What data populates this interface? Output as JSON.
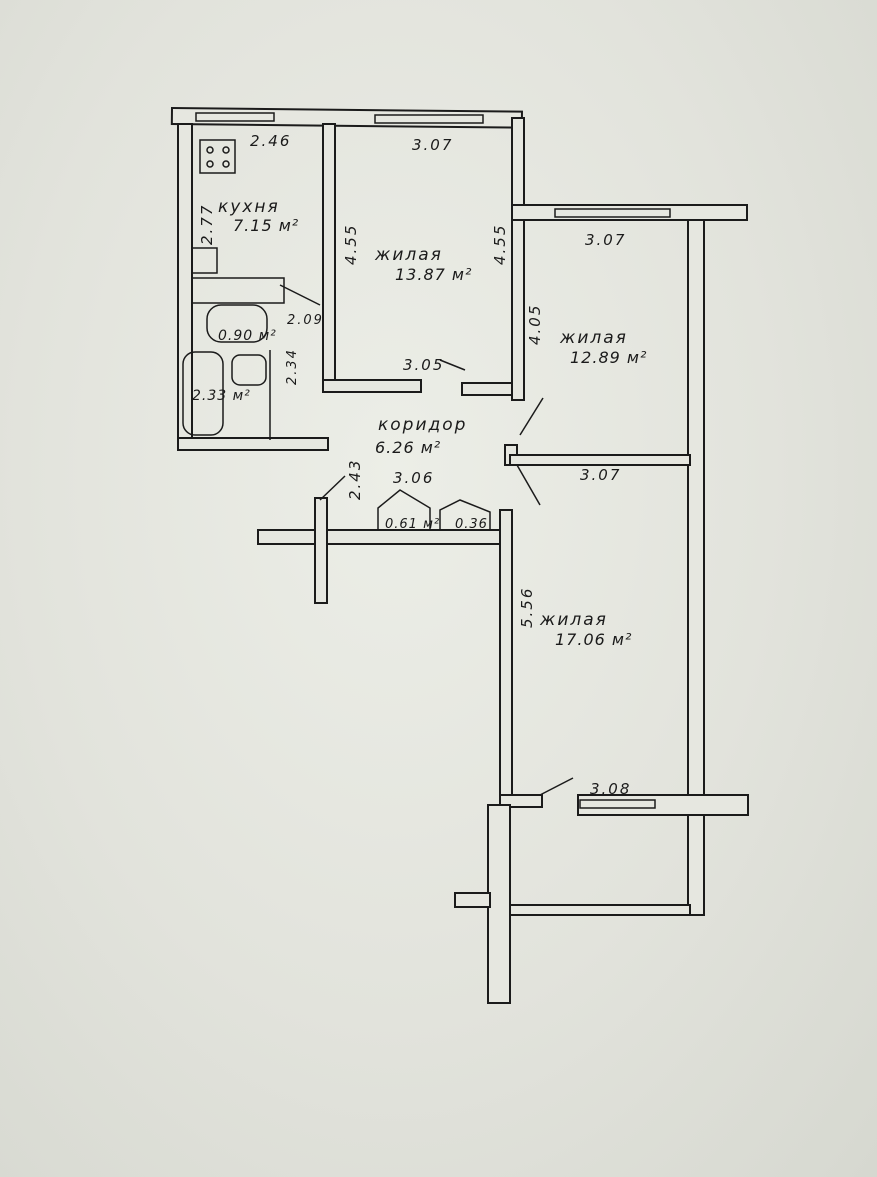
{
  "plan": {
    "kitchen": {
      "label": "кухня",
      "area": "7.15 м²",
      "width": "2.46",
      "depth": "2.77"
    },
    "room1": {
      "label": "жилая",
      "area": "13.87 м²",
      "top": "3.07",
      "left": "4.55",
      "right": "4.55",
      "bottom": "3.05"
    },
    "room2": {
      "label": "жилая",
      "area": "12.89 м²",
      "top": "3.07",
      "left": "4.05"
    },
    "room3": {
      "label": "жилая",
      "area": "17.06 м²",
      "top": "3.07",
      "left": "5.56",
      "bottom": "3.08"
    },
    "toilet": {
      "area": "0.90 м²",
      "dim": "2.09"
    },
    "bathroom": {
      "area": "2.33 м²",
      "dim": "2.34"
    },
    "corridor": {
      "label": "коридор",
      "area": "6.26 м²",
      "width": "3.06",
      "depth": "2.43"
    },
    "closet1": {
      "area": "0.61 м²"
    },
    "closet2": {
      "area": "0.36"
    }
  }
}
